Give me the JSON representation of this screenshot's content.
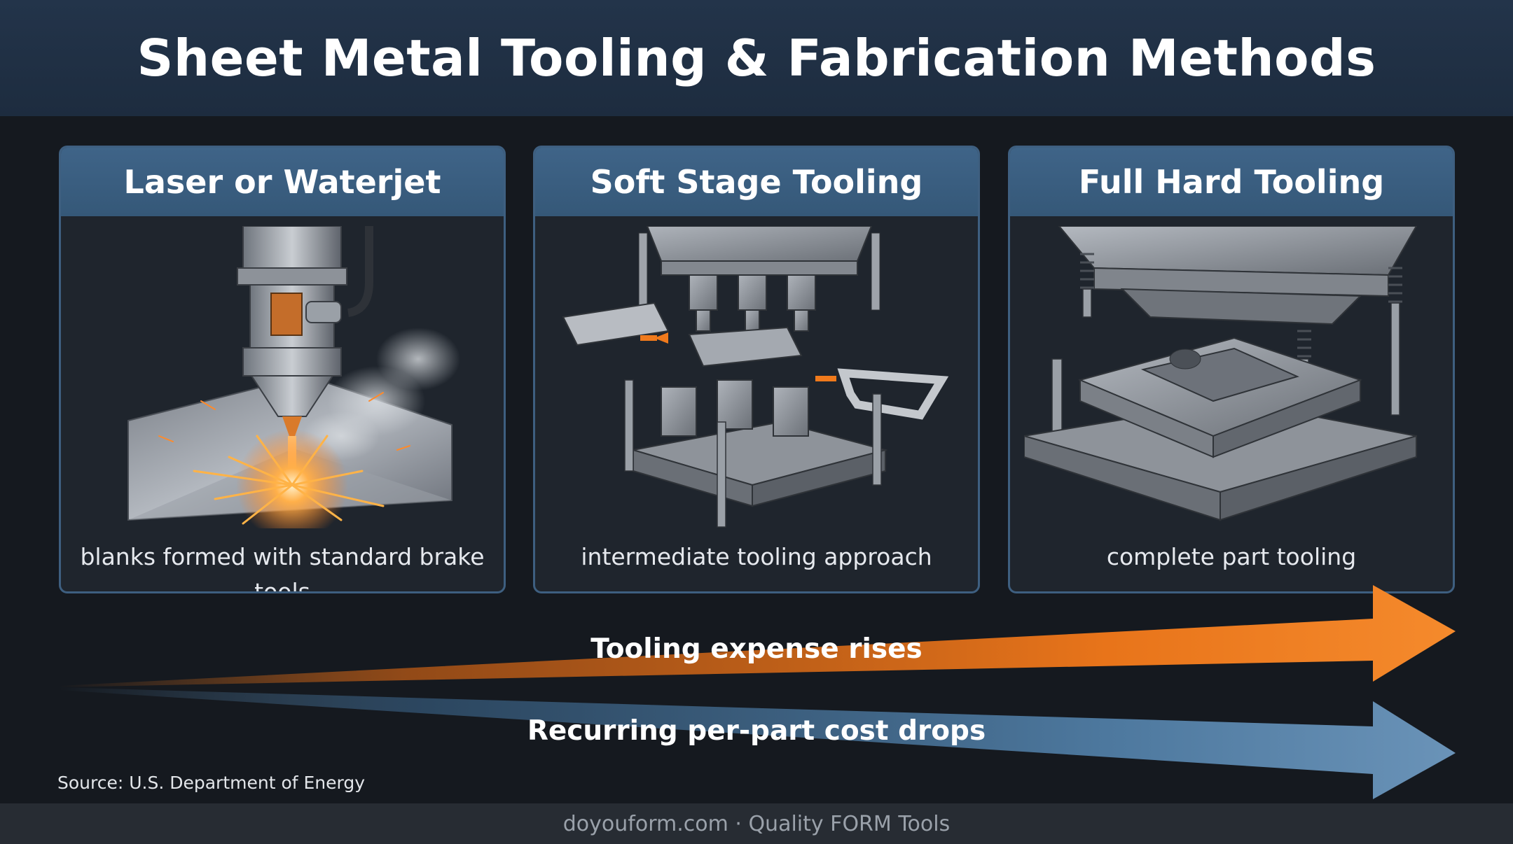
{
  "title": "Sheet Metal Tooling & Fabrication Methods",
  "cards": [
    {
      "heading": "Laser or Waterjet",
      "caption": "blanks formed with standard brake tools",
      "icon": "laser-cutter-icon"
    },
    {
      "heading": "Soft Stage Tooling",
      "caption": "intermediate tooling approach",
      "icon": "stage-tool-icon"
    },
    {
      "heading": "Full Hard Tooling",
      "caption": "complete part tooling",
      "icon": "progressive-die-icon"
    }
  ],
  "arrows": {
    "top_label": "Tooling expense rises",
    "bottom_label": "Recurring per-part cost drops"
  },
  "source": "Source: U.S. Department of Energy",
  "footer": "doyouform.com · Quality FORM Tools",
  "colors": {
    "header": "#1f2f44",
    "card_header": "#3c5f82",
    "orange": "#f07a1c",
    "blue": "#5a85aa",
    "background": "#15191f"
  }
}
